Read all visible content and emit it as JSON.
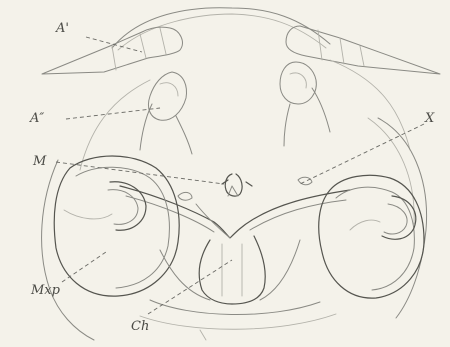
{
  "labels": {
    "a_prime": "A'",
    "a_double_prime": "A″",
    "m": "M",
    "x": "X",
    "mxp": "Mxp",
    "ch": "Ch"
  }
}
